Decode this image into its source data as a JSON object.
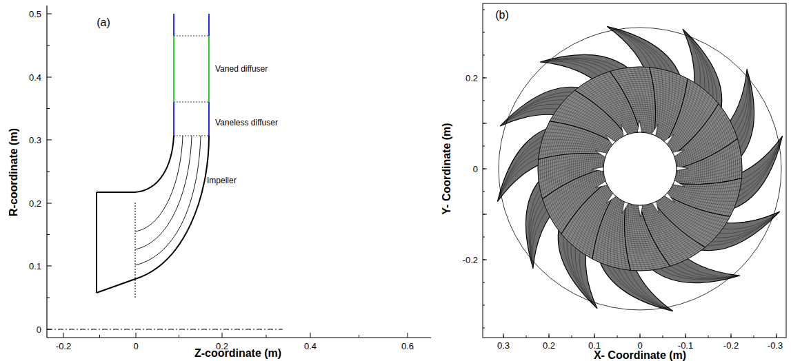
{
  "diagram": {
    "labels": [
      "(a)",
      "Vaned diffuser",
      "Vaneless diffuser",
      "Impeller",
      "R-coordinate (m)",
      "0",
      "0.1",
      "0.2",
      "0.3",
      "0.4",
      "0.5",
      "Z-coordinate (m)",
      "-0.2",
      "0",
      "0.2",
      "0.4",
      "0.6",
      "(b)",
      "Y- Coordinate (m)",
      "0.2",
      "0",
      "-0.2",
      "X- Coordinate (m)",
      "0.3",
      "0.2",
      "0.1",
      "0",
      "-0.1",
      "-0.2",
      "-0.3"
    ]
  }
}
